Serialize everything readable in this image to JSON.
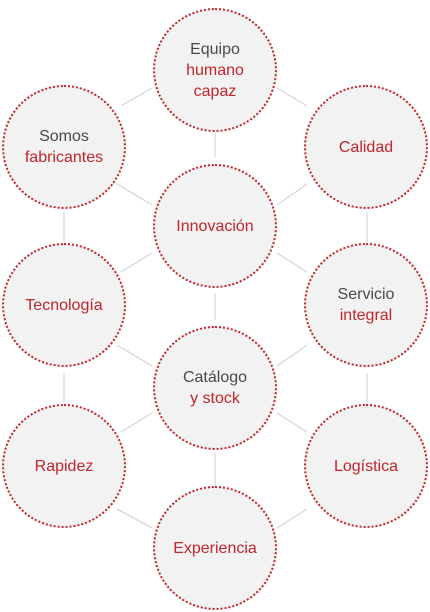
{
  "colors": {
    "accent": "#c0262c",
    "text": "#4a4a4a",
    "node_fill": "#f2f2f2",
    "connector": "#cccccc"
  },
  "nodes": {
    "equipo": {
      "line1": "Equipo",
      "line2": "humano",
      "line3": "capaz"
    },
    "somos": {
      "line1": "Somos",
      "line2": "fabricantes"
    },
    "calidad": {
      "label": "Calidad"
    },
    "innovacion": {
      "label": "Innovación"
    },
    "tecnologia": {
      "label": "Tecnología"
    },
    "servicio": {
      "line1": "Servicio",
      "line2": "integral"
    },
    "catalogo": {
      "line1": "Catálogo",
      "line2": "y stock"
    },
    "rapidez": {
      "label": "Rapidez"
    },
    "logistica": {
      "label": "Logística"
    },
    "experiencia": {
      "label": "Experiencia"
    }
  }
}
